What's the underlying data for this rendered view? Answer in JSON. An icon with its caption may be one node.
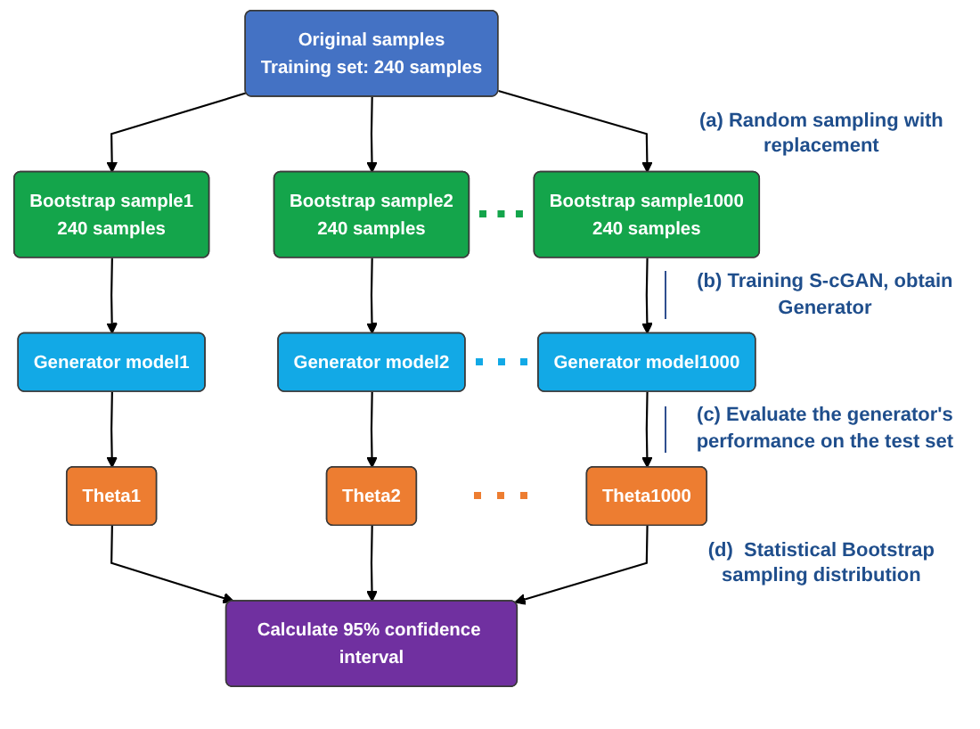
{
  "diagram": {
    "nodes": [
      {
        "text": [
          "Original samples",
          "Training set: 240 samples"
        ]
      },
      {
        "text": [
          "Bootstrap sample1",
          "240 samples"
        ]
      },
      {
        "text": [
          "Bootstrap sample2",
          "240 samples"
        ]
      },
      {
        "text": [
          "Bootstrap sample1000",
          "240 samples"
        ]
      },
      {
        "text": [
          "Generator model1"
        ]
      },
      {
        "text": [
          "Generator model2"
        ]
      },
      {
        "text": [
          "Generator model1000"
        ]
      },
      {
        "text": [
          "Theta1"
        ]
      },
      {
        "text": [
          "Theta2"
        ]
      },
      {
        "text": [
          "Theta1000"
        ]
      },
      {
        "text": [
          "Calculate 95% confidence interval"
        ]
      }
    ],
    "edges": [
      {
        "from": 0,
        "to": 1,
        "arrow": "to"
      },
      {
        "from": 0,
        "to": 2,
        "arrow": "to"
      },
      {
        "from": 0,
        "to": 3,
        "arrow": "to"
      },
      {
        "from": 1,
        "to": 4,
        "arrow": "to"
      },
      {
        "from": 2,
        "to": 5,
        "arrow": "to"
      },
      {
        "from": 3,
        "to": 6,
        "arrow": "to"
      },
      {
        "from": 4,
        "to": 7,
        "arrow": "to"
      },
      {
        "from": 5,
        "to": 8,
        "arrow": "to"
      },
      {
        "from": 6,
        "to": 9,
        "arrow": "to"
      },
      {
        "from": 7,
        "to": 10,
        "arrow": "to"
      },
      {
        "from": 8,
        "to": 10,
        "arrow": "to"
      },
      {
        "from": 9,
        "to": 10,
        "arrow": "to"
      }
    ],
    "labels": [
      "(a) Random sampling with replacement",
      "(b) Training S-cGAN, obtain Generator",
      "(c) Evaluate the generator's performance on the test set",
      "(d)  Statistical Bootstrap sampling distribution"
    ]
  }
}
